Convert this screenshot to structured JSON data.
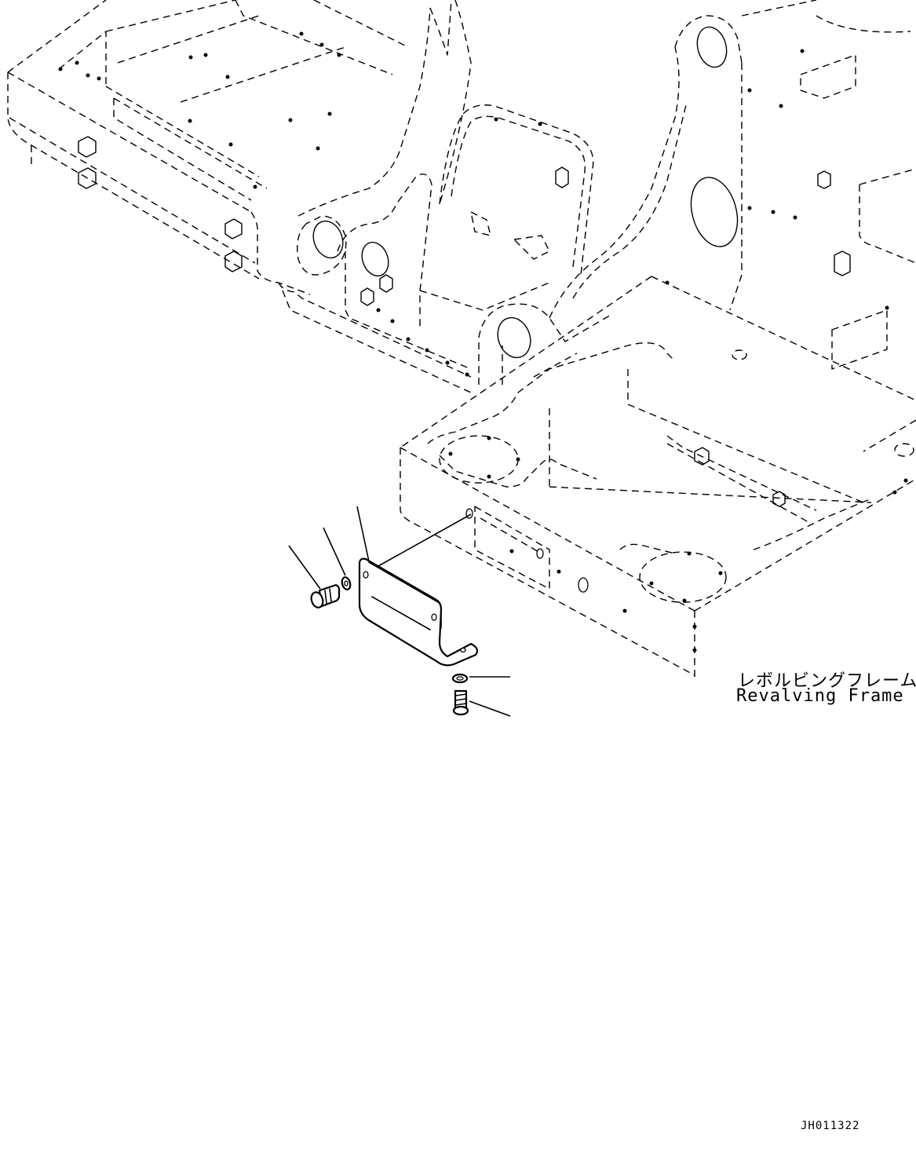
{
  "caption": {
    "japanese": "レボルビングフレーム",
    "english": "Revalving Frame"
  },
  "drawing_code": "JH011322"
}
